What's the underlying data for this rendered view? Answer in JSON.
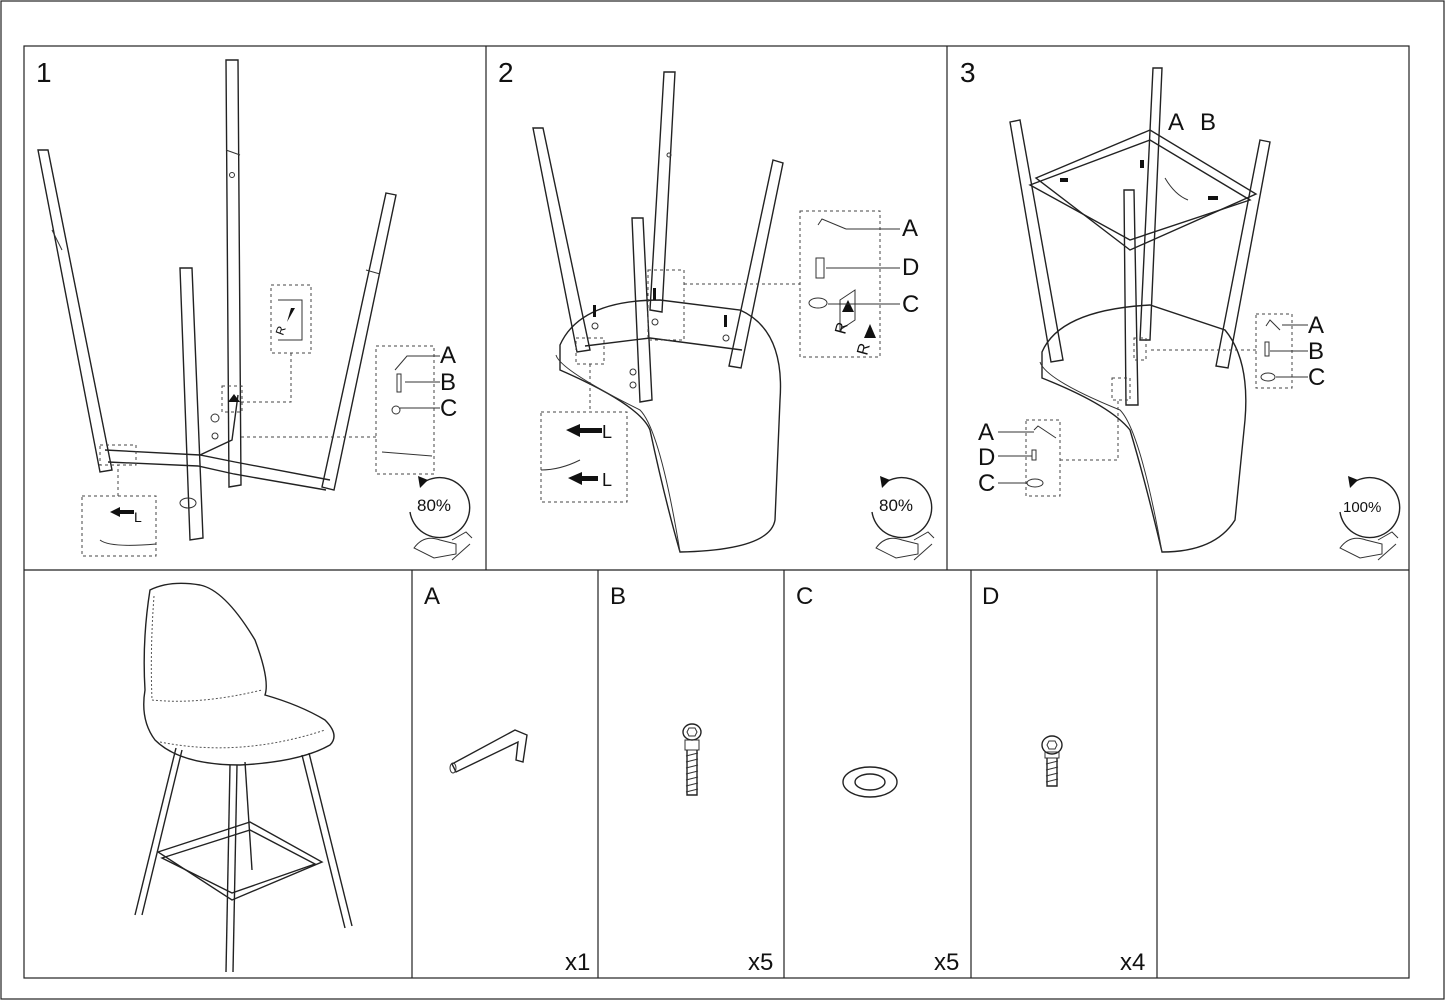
{
  "steps": [
    {
      "number": "1",
      "callouts": [
        "A",
        "B",
        "C"
      ],
      "zoom_labels": [
        "R",
        "L"
      ],
      "rotation": "80%"
    },
    {
      "number": "2",
      "callouts": [
        "A",
        "D",
        "C"
      ],
      "zoom_labels": [
        "R",
        "R",
        "L",
        "L"
      ],
      "rotation": "80%"
    },
    {
      "number": "3",
      "callouts_top": [
        "A",
        "B"
      ],
      "callouts_right": [
        "A",
        "B",
        "C"
      ],
      "callouts_left": [
        "A",
        "D",
        "C"
      ],
      "rotation": "100%"
    }
  ],
  "parts": [
    {
      "letter": "A",
      "quantity": "x1",
      "icon": "allen-key-icon"
    },
    {
      "letter": "B",
      "quantity": "x5",
      "icon": "long-bolt-icon"
    },
    {
      "letter": "C",
      "quantity": "x5",
      "icon": "washer-icon"
    },
    {
      "letter": "D",
      "quantity": "x4",
      "icon": "short-bolt-icon"
    }
  ],
  "step1_small_L": "L"
}
